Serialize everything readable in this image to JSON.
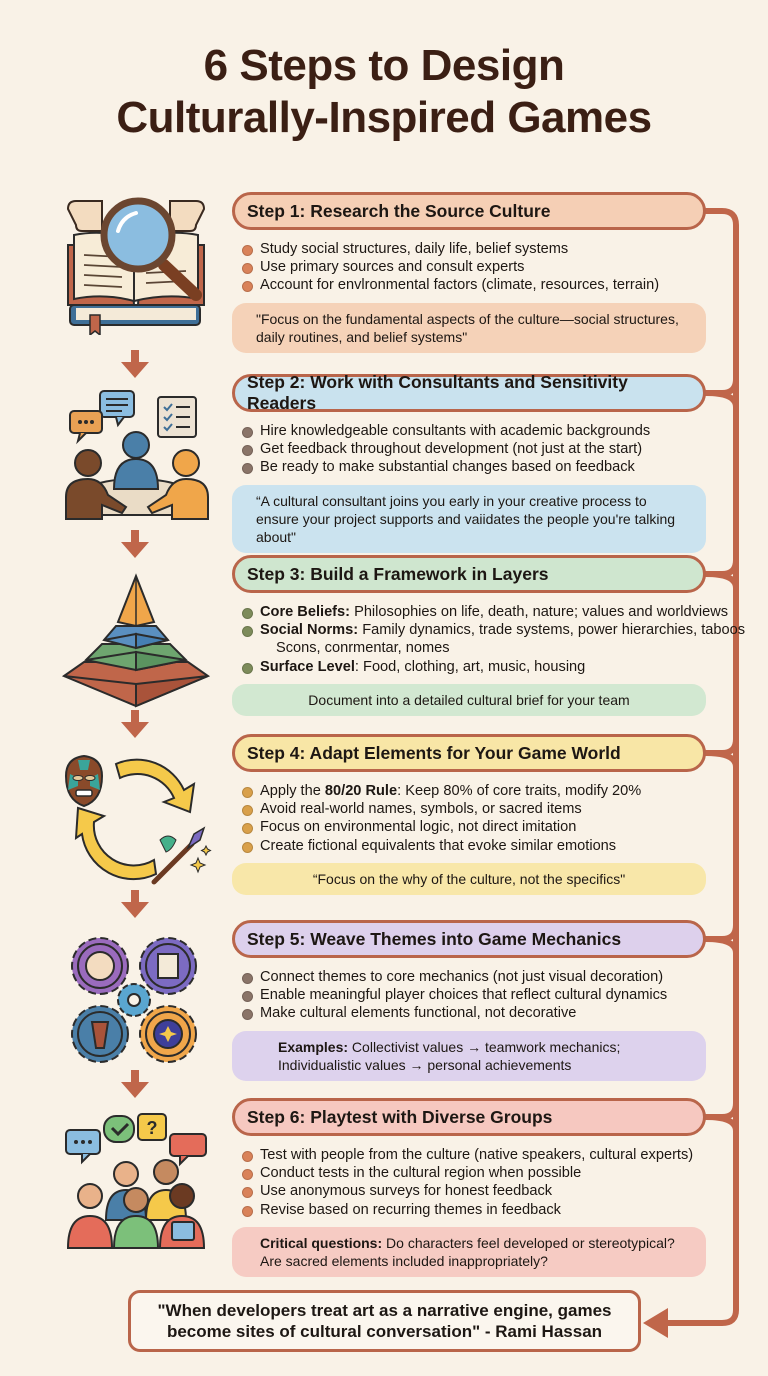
{
  "title": {
    "line1": "6 Steps to Design",
    "line2": "Culturally-Inspired Games"
  },
  "colors": {
    "connector": "#c0664a",
    "background": "#f9f2e7",
    "step1": "#f5cfb5",
    "step2": "#c9e2ee",
    "step3": "#cfe6cf",
    "step4": "#f8e6a6",
    "step5": "#ddd0ec",
    "step6": "#f6c8c0"
  },
  "steps": [
    {
      "title": "Step 1: Research the Source Culture",
      "icon": "book-magnifier-icon",
      "bullets": [
        "Study social structures, daily life, belief systems",
        "Use primary sources and consult experts",
        "Account for envlronmental factors (climate, resources, terrain)"
      ],
      "note": "\"Focus on the fundamental aspects of the culture—social structures, daily routines, and belief systems\""
    },
    {
      "title": "Step 2: Work with Consultants and Sensitivity Readers",
      "icon": "team-meeting-icon",
      "bullets": [
        "Hire knowledgeable consultants with academic backgrounds",
        "Get feedback throughout development (not just at the start)",
        "Be ready to make substantial changes based on feedback"
      ],
      "note": "“A cultural consultant joins you early in your creative process to ensure your project supports and vaiidates the people you're talking about\""
    },
    {
      "title": "Step 3: Build a Framework in Layers",
      "icon": "layered-pyramid-icon",
      "bullets": [
        {
          "label": "Core Beliefs:",
          "text": " Philosophies on life, death, nature; values and worldviews"
        },
        {
          "label": "Social Norms:",
          "text": " Family dynamics, trade systems, power hierarchies, taboos"
        },
        {
          "sub": "Scons, conrmentar, nomes"
        },
        {
          "label": "Surface Level",
          "text": ": Food, clothing, art, music, housing"
        }
      ],
      "note": "Document into a detailed cultural brief for your team"
    },
    {
      "title": "Step 4: Adapt Elements for Your Game World",
      "icon": "mask-cycle-brush-icon",
      "bullets": [
        {
          "prefix": "Apply the ",
          "label": "80/20 Rule",
          "text": ": Keep 80% of core traits, modify 20%"
        },
        "Avoid real-world names, symbols, or sacred items",
        "Focus on environmental logic, not direct imitation",
        "Create fictional equivalents that evoke similar emotions"
      ],
      "note": "“Focus on the why of the culture, not the specifics\""
    },
    {
      "title": "Step 5: Weave Themes into Game Mechanics",
      "icon": "gears-icon",
      "bullets": [
        "Connect themes to core mechanics (not just visual decoration)",
        "Enable meaningful player choices that reflect cultural dynamics",
        "Make cultural elements functional, not decorative"
      ],
      "note_label": "Examples:",
      "note_line1": " Collectivist values → teamwork mechanics;",
      "note_line2": "Individualistic values → personal achievements"
    },
    {
      "title": "Step 6: Playtest with Diverse Groups",
      "icon": "diverse-group-icon",
      "bullets": [
        "Test with people from the culture (native speakers, cultural experts)",
        "Conduct tests in the cultural region when possible",
        "Use anonymous surveys for honest feedback",
        "Revise based on recurring themes in feedback"
      ],
      "note_label": "Critical questions:",
      "note_line1": " Do characters feel developed or stereotypical?",
      "note_line2": "Are sacred elements included inappropriately?"
    }
  ],
  "footer": {
    "quote": "\"When developers treat art as a narrative engine, games become sites of cultural conversation\" - Rami Hassan",
    "stripe_colors": [
      "#c0664a",
      "#4a7fa8",
      "#86b98a",
      "#eccb62",
      "#b7a3cf",
      "#d9695a"
    ]
  }
}
